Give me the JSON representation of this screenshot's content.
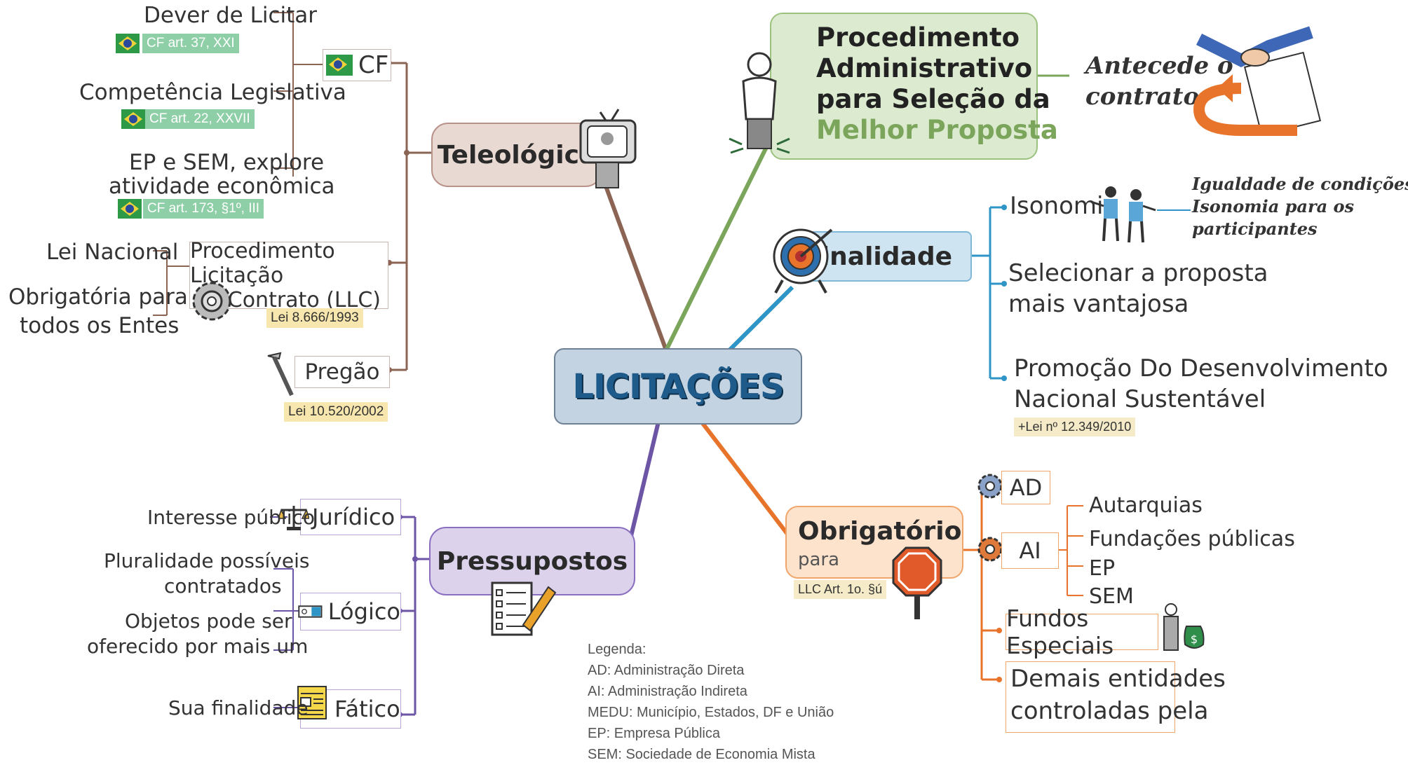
{
  "center": {
    "title": "LICITAÇÕES"
  },
  "teleologica": {
    "title": "Teleológica",
    "cf": {
      "label": "CF",
      "items": [
        {
          "text": "Dever de Licitar",
          "ref": "CF art. 37, XXI"
        },
        {
          "text": "Competência Legislativa",
          "ref": "CF art. 22, XXVII"
        },
        {
          "text_line1": "EP e SEM, explore",
          "text_line2": "atividade econômica",
          "ref": "CF art. 173, §1º, III"
        }
      ]
    },
    "llc": {
      "label_line1": "Procedimento Licitação",
      "label_line2": "e Contrato (LLC)",
      "ref": "Lei 8.666/1993",
      "items": [
        {
          "text": "Lei Nacional"
        },
        {
          "text_line1": "Obrigatória para",
          "text_line2": "todos os Entes"
        }
      ]
    },
    "pregao": {
      "label": "Pregão",
      "ref": "Lei 10.520/2002"
    }
  },
  "procedimento": {
    "line1": "Procedimento",
    "line2": "Administrativo",
    "line3": "para Seleção da",
    "line4": "Melhor Proposta",
    "note_line1": "Antecede o",
    "note_line2": "contrato"
  },
  "finalidade": {
    "title": "Finalidade",
    "items": [
      {
        "text": "Isonomia",
        "note_line1": "Igualdade de condições",
        "note_line2": "Isonomia para os",
        "note_line3": "participantes"
      },
      {
        "text_line1": "Selecionar a proposta",
        "text_line2": "mais vantajosa"
      },
      {
        "text_line1": "Promoção Do Desenvolvimento",
        "text_line2": "Nacional Sustentável",
        "ref": "+Lei nº 12.349/2010"
      }
    ]
  },
  "obrigatorio": {
    "title": "Obrigatório",
    "subtitle": "para",
    "ref": "LLC Art. 1o. §ú",
    "ad": "AD",
    "ai": "AI",
    "ai_items": [
      "Autarquias",
      "Fundações públicas",
      "EP",
      "SEM"
    ],
    "fundos": "Fundos Especiais",
    "demais_line1": "Demais entidades",
    "demais_line2": "controladas pela"
  },
  "pressupostos": {
    "title": "Pressupostos",
    "juridico": {
      "label": "Jurídico",
      "item": "Interesse público"
    },
    "logico": {
      "label": "Lógico",
      "item1_line1": "Pluralidade possíveis",
      "item1_line2": "contratados",
      "item2_line1": "Objetos pode ser",
      "item2_line2": "oferecido por mais um"
    },
    "fatico": {
      "label": "Fático",
      "item": "Sua finalidade"
    }
  },
  "legend": {
    "title": "Legenda:",
    "lines": [
      "AD: Administração Direta",
      "AI: Administração Indireta",
      "MEDU: Município, Estados, DF e União",
      "EP: Empresa Pública",
      "SEM: Sociedade de Economia Mista"
    ]
  },
  "colors": {
    "teleologica": "#8b6454",
    "procedimento": "#7aa55a",
    "finalidade": "#2e95c6",
    "obrigatorio": "#e8732a",
    "pressupostos": "#6d55a6"
  }
}
